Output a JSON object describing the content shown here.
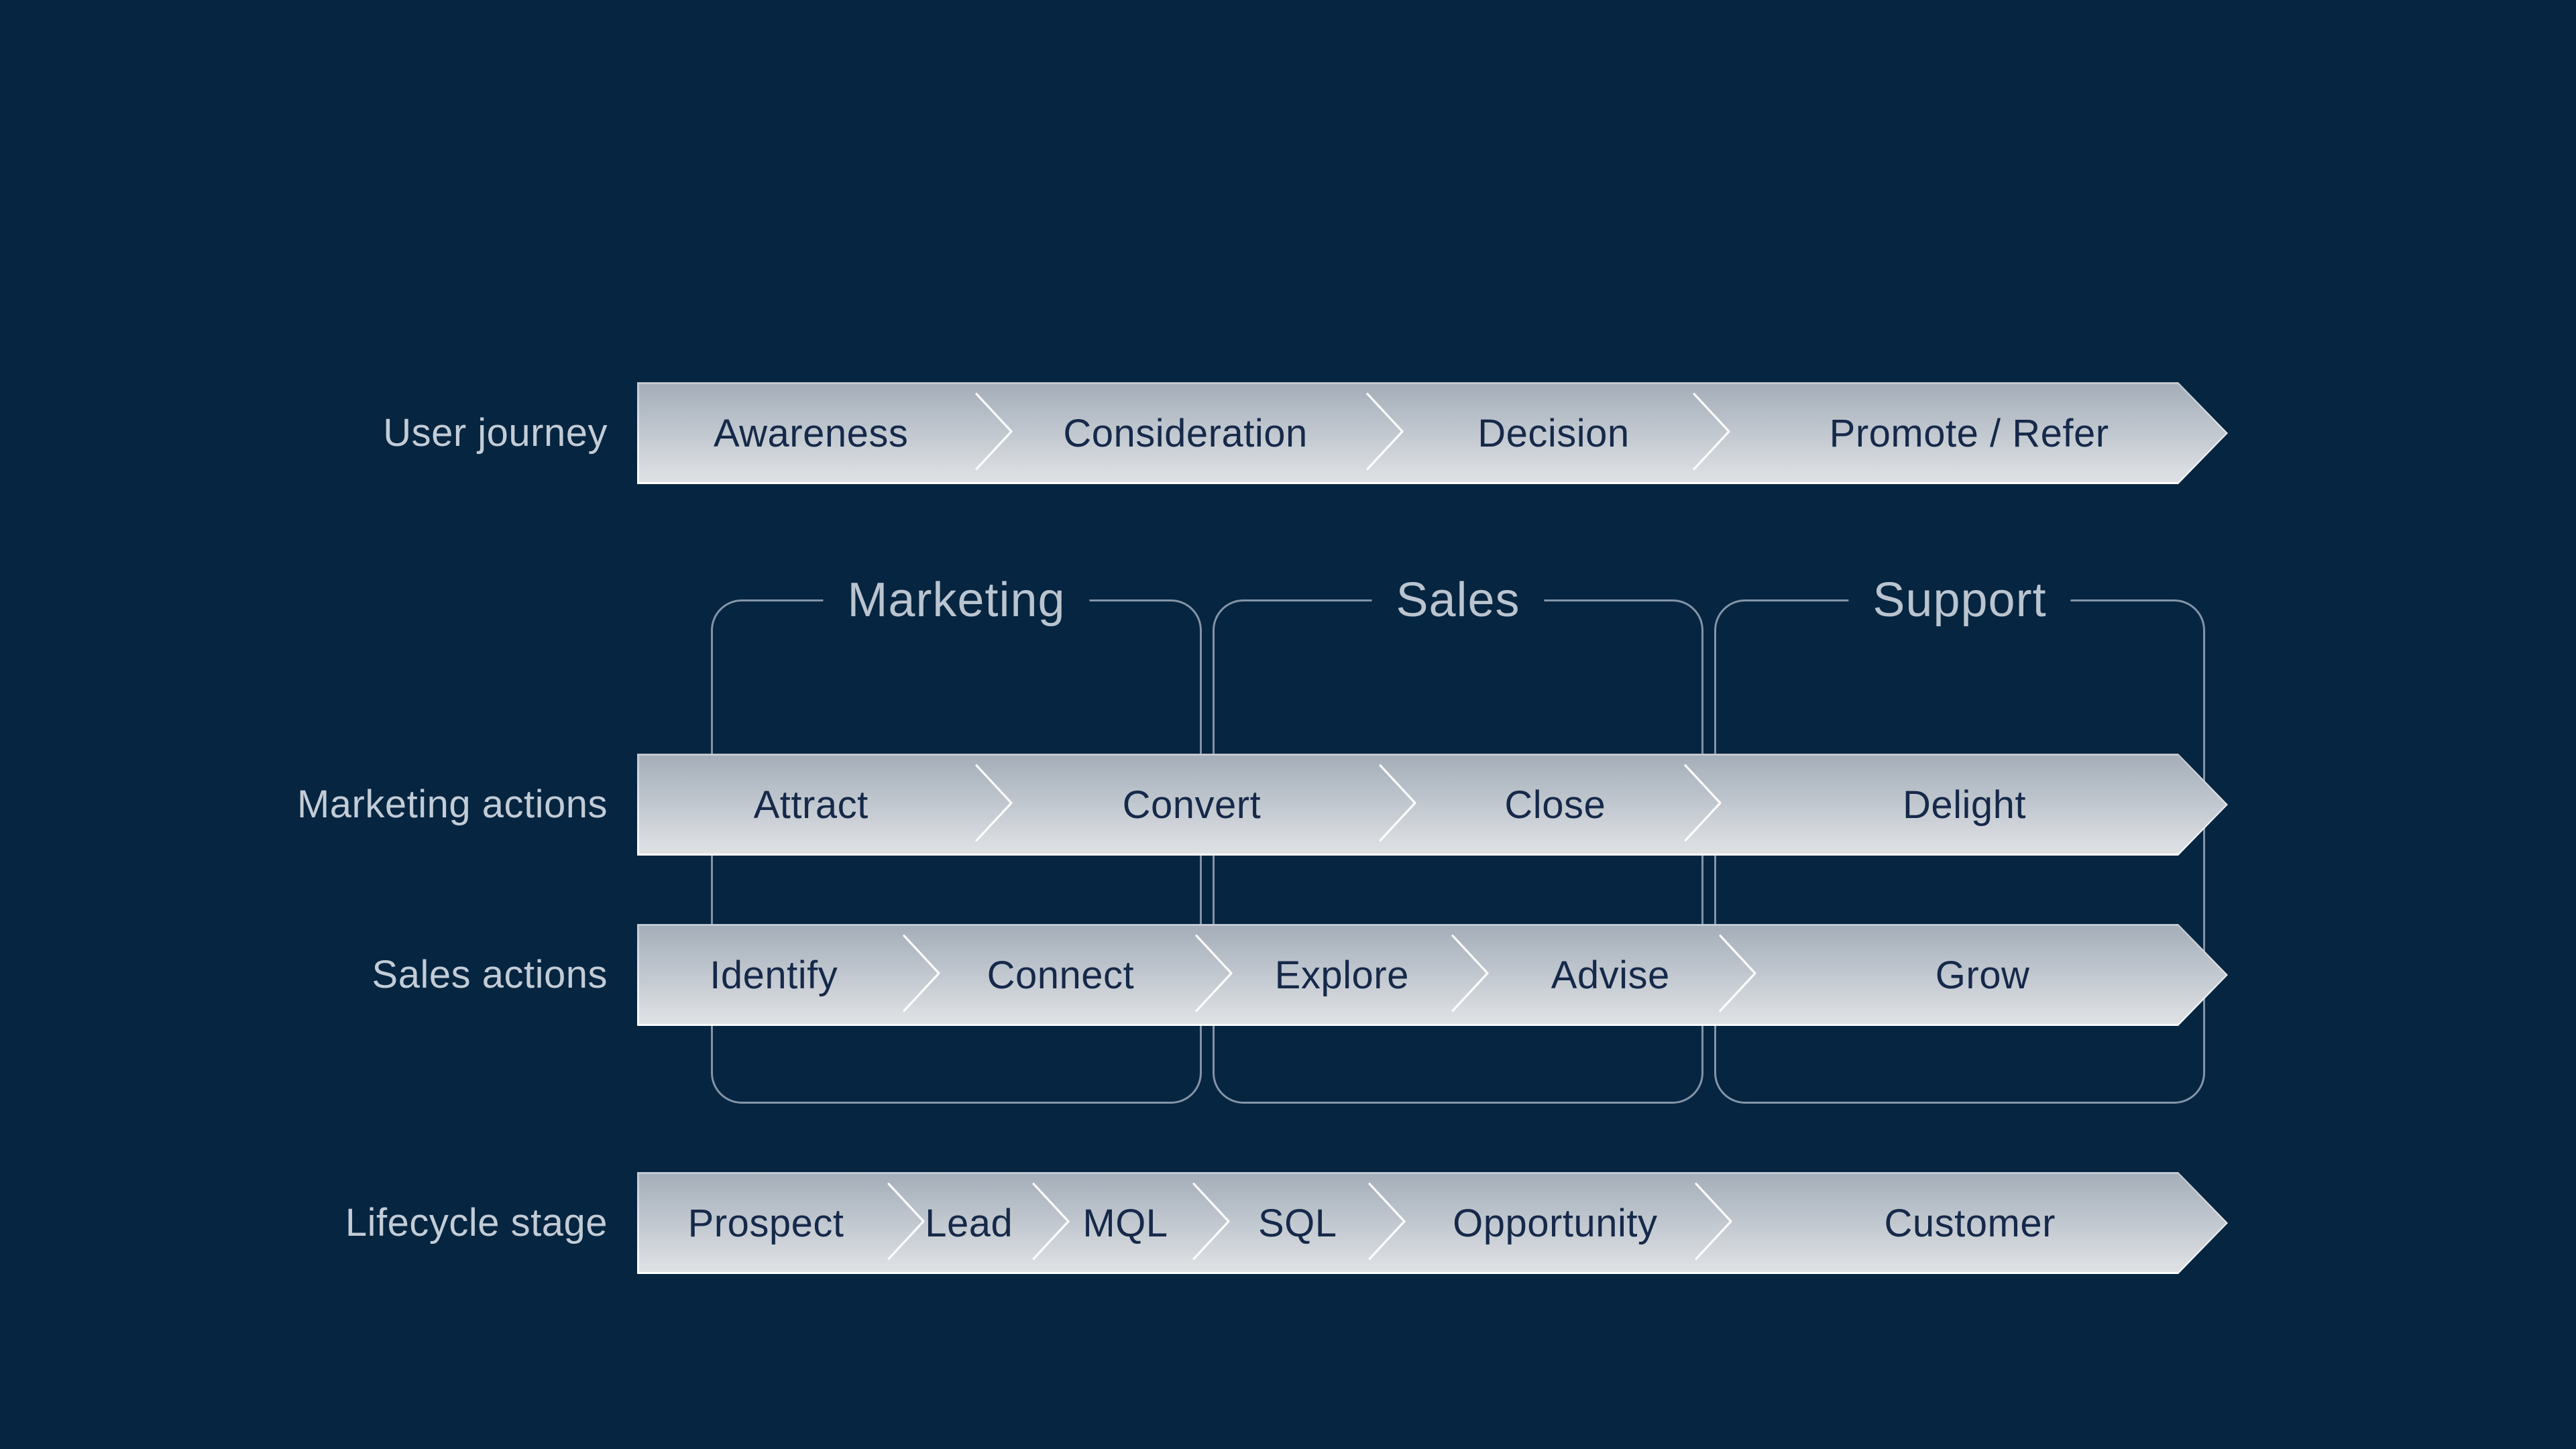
{
  "diagram": {
    "background_color": "#062541",
    "bar_text_color": "#16294a",
    "row_label_color": "#c3ccd6",
    "bracket_line_color": "#9aa9ba",
    "bracket_label_color": "#bac4cf",
    "chevron_icon": "thin-white-chevron-right",
    "rows": [
      {
        "id": "user-journey",
        "label": "User journey",
        "segments": [
          {
            "label": "Awareness",
            "width_pct": 22.0
          },
          {
            "label": "Consideration",
            "width_pct": 25.4
          },
          {
            "label": "Decision",
            "width_pct": 21.2
          },
          {
            "label": "Promote / Refer",
            "width_pct": 31.4
          }
        ]
      },
      {
        "id": "marketing-actions",
        "label": "Marketing actions",
        "segments": [
          {
            "label": "Attract",
            "width_pct": 22.0
          },
          {
            "label": "Convert",
            "width_pct": 26.2
          },
          {
            "label": "Close",
            "width_pct": 19.8
          },
          {
            "label": "Delight",
            "width_pct": 32.0
          }
        ]
      },
      {
        "id": "sales-actions",
        "label": "Sales actions",
        "segments": [
          {
            "label": "Identify",
            "width_pct": 17.3
          },
          {
            "label": "Connect",
            "width_pct": 19.0
          },
          {
            "label": "Explore",
            "width_pct": 16.6
          },
          {
            "label": "Advise",
            "width_pct": 17.4
          },
          {
            "label": "Grow",
            "width_pct": 29.7
          }
        ]
      },
      {
        "id": "lifecycle-stage",
        "label": "Lifecycle stage",
        "segments": [
          {
            "label": "Prospect",
            "width_pct": 16.3
          },
          {
            "label": "Lead",
            "width_pct": 9.4
          },
          {
            "label": "MQL",
            "width_pct": 10.4
          },
          {
            "label": "SQL",
            "width_pct": 11.4
          },
          {
            "label": "Opportunity",
            "width_pct": 21.2
          },
          {
            "label": "Customer",
            "width_pct": 31.3
          }
        ]
      }
    ],
    "groups": [
      {
        "id": "marketing",
        "label": "Marketing"
      },
      {
        "id": "sales",
        "label": "Sales"
      },
      {
        "id": "support",
        "label": "Support"
      }
    ]
  }
}
